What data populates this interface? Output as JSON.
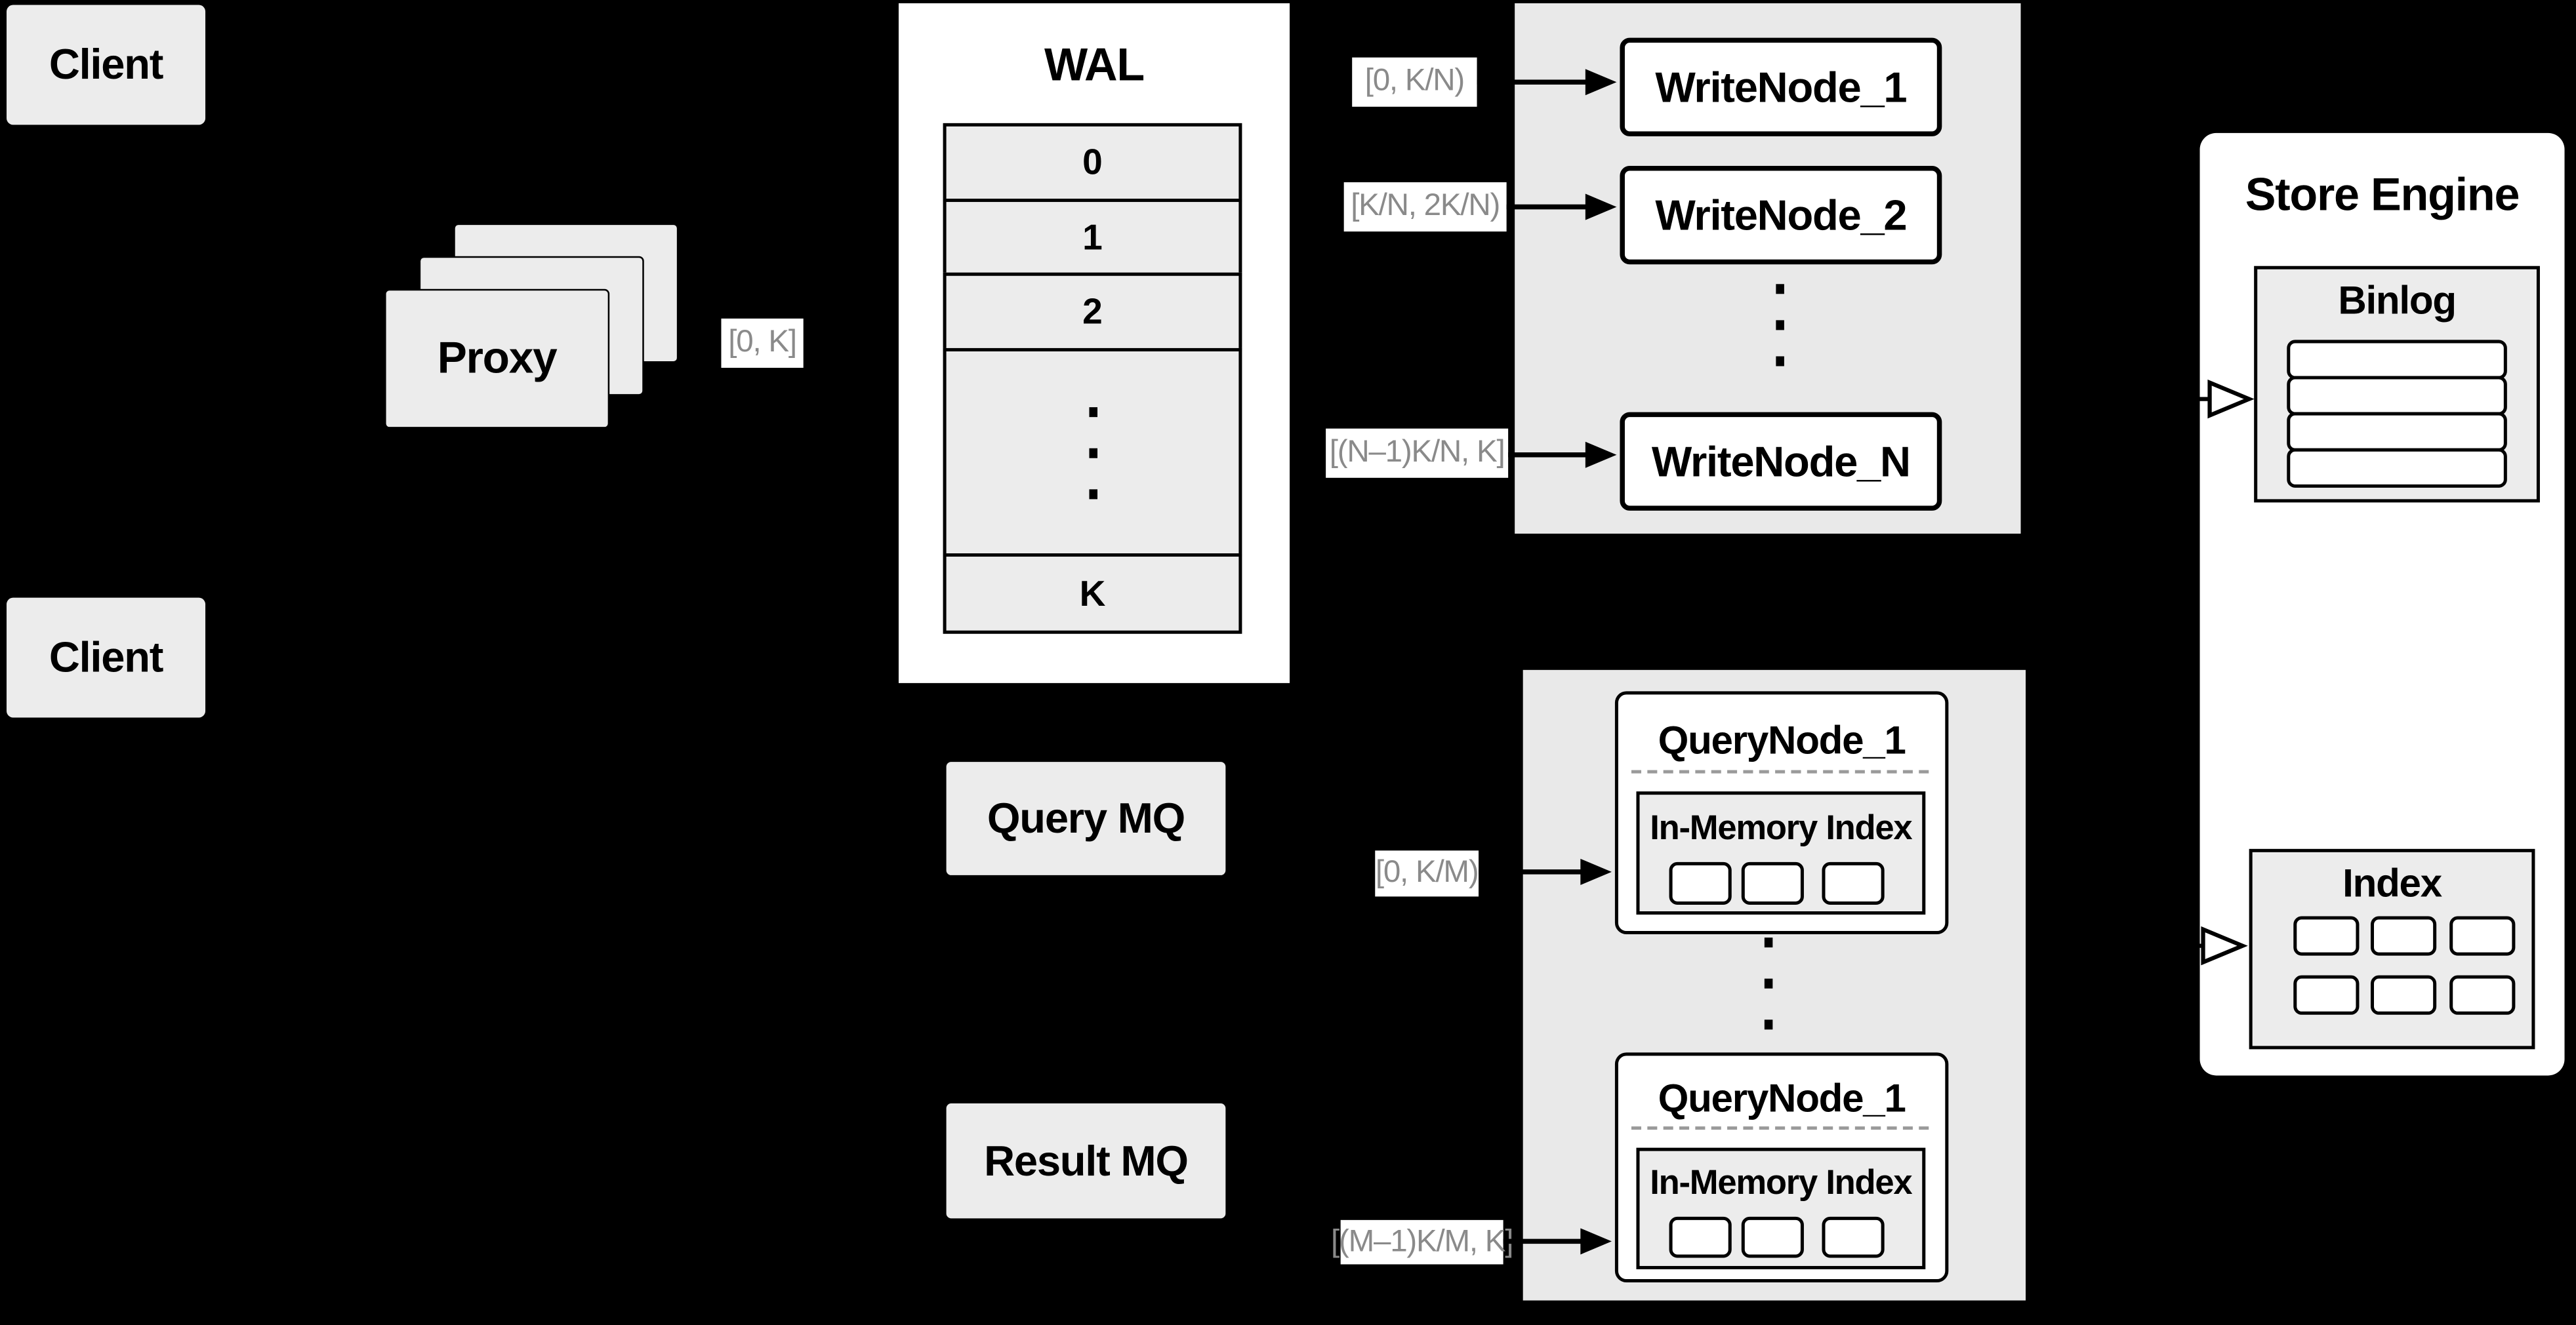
{
  "colors": {
    "background": "#000000",
    "box_fill": "#ececec",
    "panel_fill": "#e9e9e9",
    "node_fill": "#ffffff",
    "border": "#000000",
    "muted_label_text": "#8a8a8a",
    "dashed_separator": "#9a9a9a"
  },
  "client_top": {
    "label": "Client"
  },
  "client_bottom": {
    "label": "Client"
  },
  "proxy": {
    "label": "Proxy",
    "range_label": "[0, K]"
  },
  "wal": {
    "title": "WAL",
    "rows": [
      "0",
      "1",
      "2",
      "K"
    ]
  },
  "write_cluster": {
    "nodes": [
      {
        "range": "[0,  K/N)",
        "label": "WriteNode_1"
      },
      {
        "range": "[K/N, 2K/N)",
        "label": "WriteNode_2"
      },
      {
        "range": "[(N–1)K/N,  K]",
        "label": "WriteNode_N"
      }
    ]
  },
  "query_cluster": {
    "nodes": [
      {
        "range": "[0, K/M)",
        "title": "QueryNode_1",
        "memory_label": "In-Memory Index"
      },
      {
        "range": "[(M–1)K/M, K]",
        "title": "QueryNode_1",
        "memory_label": "In-Memory Index"
      }
    ]
  },
  "mq": {
    "query_label": "Query MQ",
    "result_label": "Result MQ"
  },
  "store_engine": {
    "title": "Store Engine",
    "binlog_title": "Binlog",
    "index_title": "Index"
  }
}
